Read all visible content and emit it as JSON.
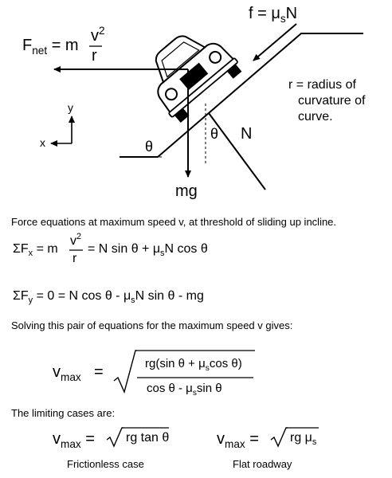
{
  "diagram": {
    "f_label": "f = μ",
    "f_sub": "s",
    "f_tail": "N",
    "fnet_F": "F",
    "fnet_sub": "net",
    "fnet_eq": "= m",
    "fnet_num": "v",
    "fnet_num_sup": "2",
    "fnet_den": "r",
    "r_def": [
      "r = radius of",
      "curvature of",
      "curve."
    ],
    "axis_y": "y",
    "axis_x": "x",
    "theta_left": "θ",
    "theta_right": "θ",
    "normal_label": "N",
    "weight_label": "mg"
  },
  "text": {
    "intro": "Force equations at maximum speed v, at threshold of sliding up incline.",
    "solving": "Solving this pair of equations for the maximum speed v gives:",
    "limiting": "The limiting cases are:"
  },
  "eq_x": {
    "sigma": "Σ",
    "F": "F",
    "sub": "x",
    "eq": "= m",
    "num": "v",
    "num_sup": "2",
    "den": "r",
    "rhs": "= N sin θ + μ",
    "rhs_sub": "s",
    "rhs_tail": "N cos θ"
  },
  "eq_y": {
    "sigma": "Σ",
    "F": "F",
    "sub": "y",
    "rest_a": "= 0 = N cos θ - μ",
    "rest_sub": "s",
    "rest_b": "N sin θ -  mg"
  },
  "vmax": {
    "v": "v",
    "sub": "max",
    "eq": "=",
    "num_a": "rg(sin θ + μ",
    "num_sub": "s",
    "num_b": "cos θ)",
    "den_a": "cos θ - μ",
    "den_sub": "s",
    "den_b": "sin θ"
  },
  "cases": {
    "frictionless_v": "v",
    "frictionless_sub": "max",
    "frictionless_eq": "=",
    "frictionless_expr": "rg tan θ",
    "frictionless_caption": "Frictionless case",
    "flat_v": "v",
    "flat_sub": "max",
    "flat_eq": "=",
    "flat_expr": "rg μ",
    "flat_expr_sub": "s",
    "flat_caption": "Flat roadway"
  }
}
